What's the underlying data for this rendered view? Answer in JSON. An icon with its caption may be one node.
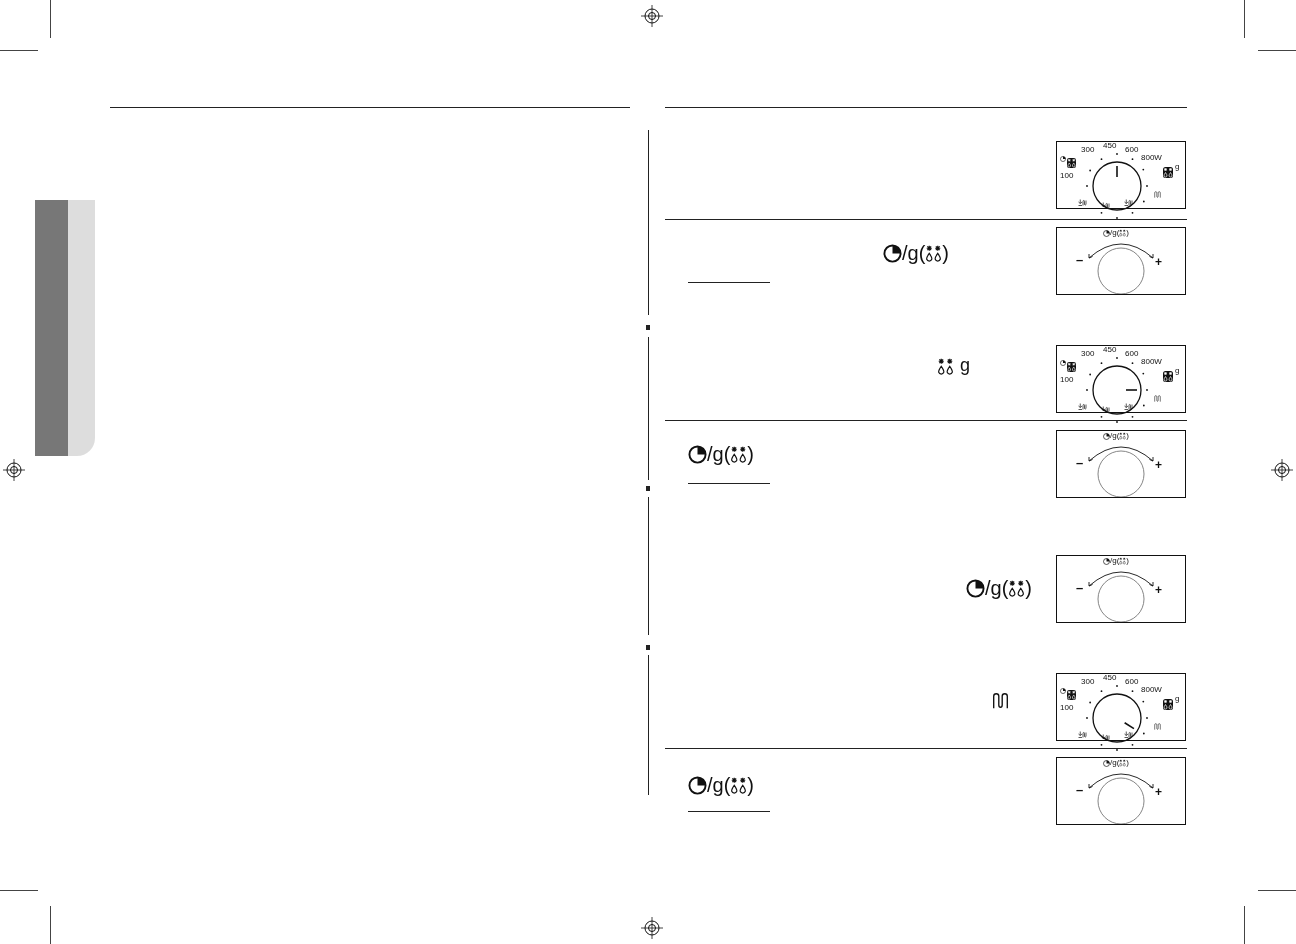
{
  "diagram": {
    "labels": [
      "300",
      "450",
      "600",
      "800W",
      "100",
      "g",
      "/g(",
      ")",
      "/g(",
      ")",
      "–",
      "+",
      "g",
      "300",
      "450",
      "600",
      "800W",
      "100",
      "g",
      "/g(",
      ")",
      "/g(",
      ")",
      "–",
      "+",
      "/g(",
      ")",
      "/g(",
      ")",
      "–",
      "+",
      "300",
      "450",
      "600",
      "800W",
      "100",
      "g",
      "/g(",
      ")",
      "/g(",
      ")",
      "–",
      "+"
    ]
  }
}
